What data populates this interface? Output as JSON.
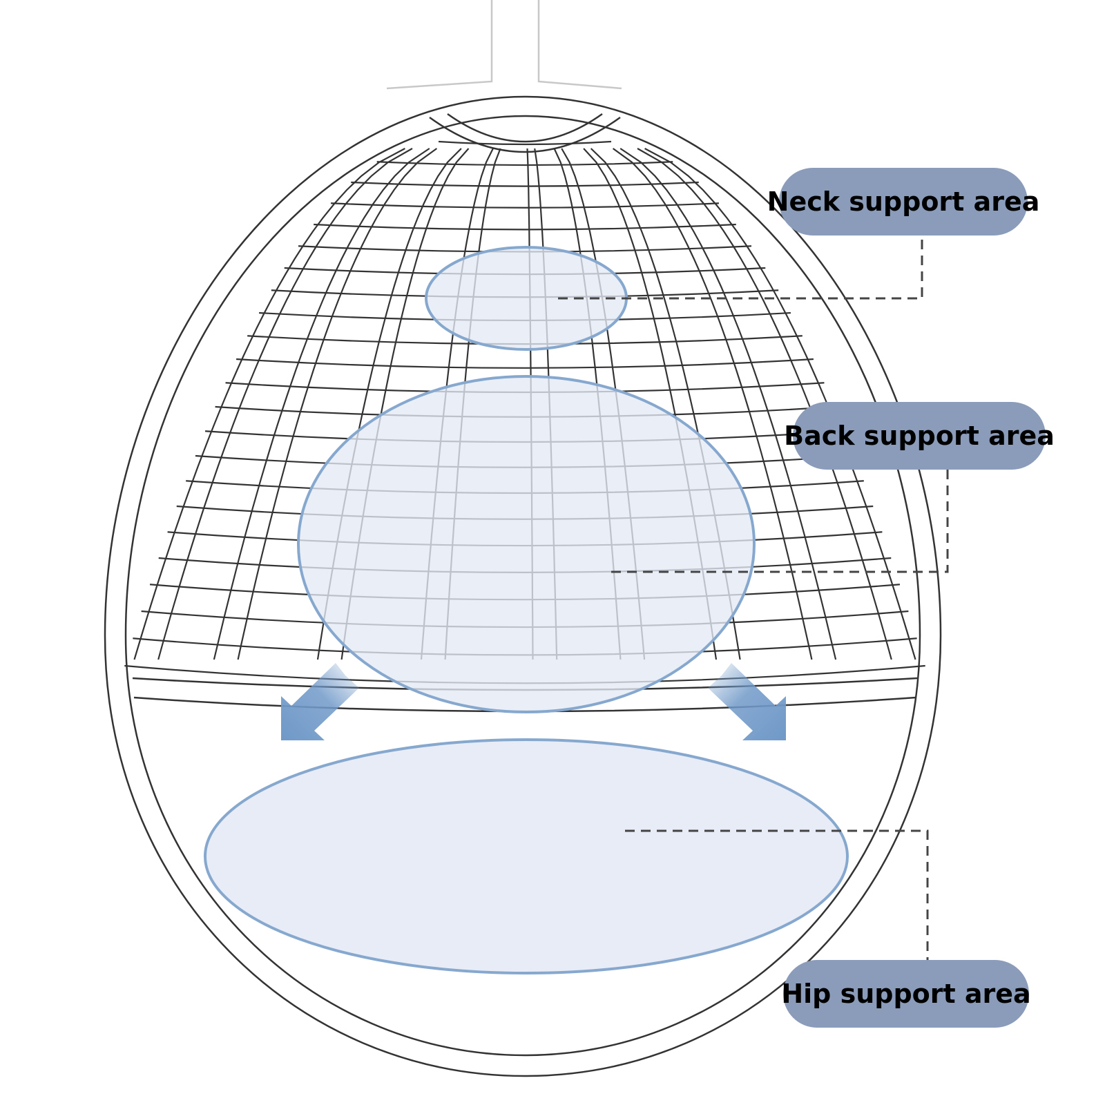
{
  "colors": {
    "frame": "#333333",
    "frame_light": "#c8c8c8",
    "zone_fill": "#e4eaf5",
    "zone_stroke": "#86a8cf",
    "arrow": "#7099c8",
    "callout_bg": "#8a9cb9",
    "leader": "#444444"
  },
  "callouts": {
    "neck": "Neck support area",
    "back": "Back support area",
    "hip": "Hip support area"
  },
  "icons": {
    "left_arrow": "arrow-down-left-icon",
    "right_arrow": "arrow-down-right-icon"
  }
}
